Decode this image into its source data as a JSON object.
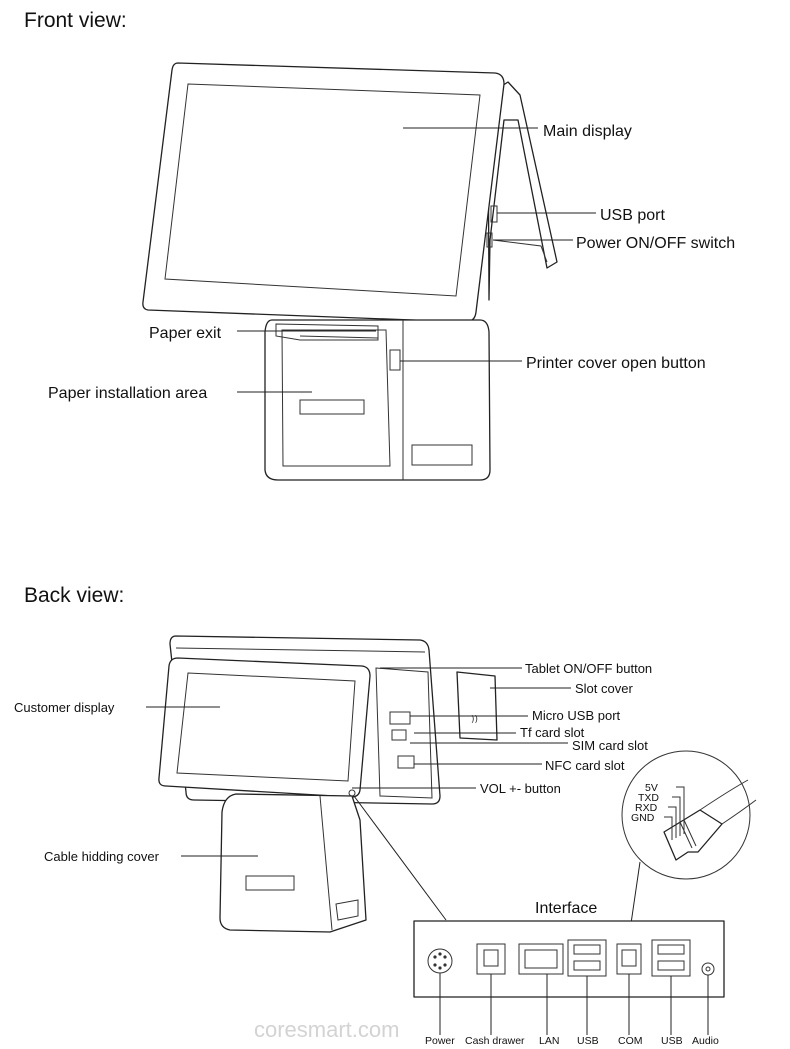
{
  "front": {
    "heading": "Front view:",
    "labels": {
      "main_display": "Main display",
      "usb_port": "USB port",
      "power_switch": "Power ON/OFF switch",
      "paper_exit": "Paper exit",
      "printer_cover_button": "Printer cover open button",
      "paper_area": "Paper installation area"
    }
  },
  "back": {
    "heading": "Back view:",
    "labels": {
      "tablet_button": "Tablet ON/OFF button",
      "slot_cover": "Slot cover",
      "customer_display": "Customer display",
      "micro_usb": "Micro USB port",
      "tf_slot": "Tf card slot",
      "sim_slot": "SIM card slot",
      "nfc_slot": "NFC card slot",
      "vol_button": "VOL +- button",
      "cable_cover": "Cable hidding cover"
    },
    "com_pins": [
      "5V",
      "TXD",
      "RXD",
      "GND"
    ]
  },
  "interface": {
    "title": "Interface",
    "ports": [
      "Power",
      "Cash drawer",
      "LAN",
      "USB",
      "COM",
      "USB",
      "Audio"
    ]
  },
  "watermark": "coresmart.com"
}
